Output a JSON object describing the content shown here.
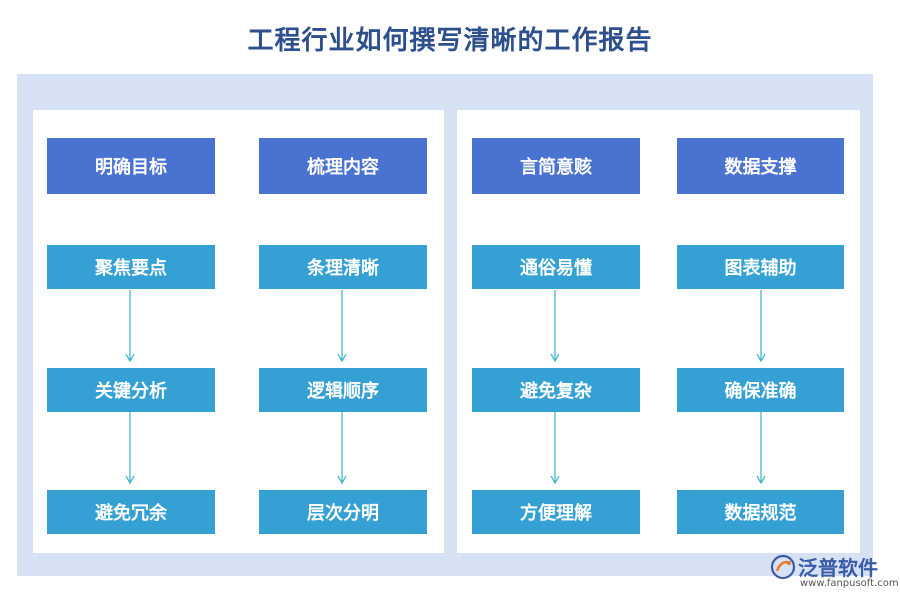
{
  "title": "工程行业如何撰写清晰的工作报告",
  "columns": [
    {
      "heading": "明确目标",
      "steps": [
        "聚焦要点",
        "关键分析",
        "避免冗余"
      ]
    },
    {
      "heading": "梳理内容",
      "steps": [
        "条理清晰",
        "逻辑顺序",
        "层次分明"
      ]
    },
    {
      "heading": "言简意赅",
      "steps": [
        "通俗易懂",
        "避免复杂",
        "方便理解"
      ]
    },
    {
      "heading": "数据支撑",
      "steps": [
        "图表辅助",
        "确保准确",
        "数据规范"
      ]
    }
  ],
  "logo": {
    "name": "泛普软件",
    "url": "www.fanpusoft.com"
  },
  "colors": {
    "heading_box": "#4a73d1",
    "step_box": "#35a0d4",
    "arrow": "#35b2c9",
    "background": "#d7e1f4"
  }
}
